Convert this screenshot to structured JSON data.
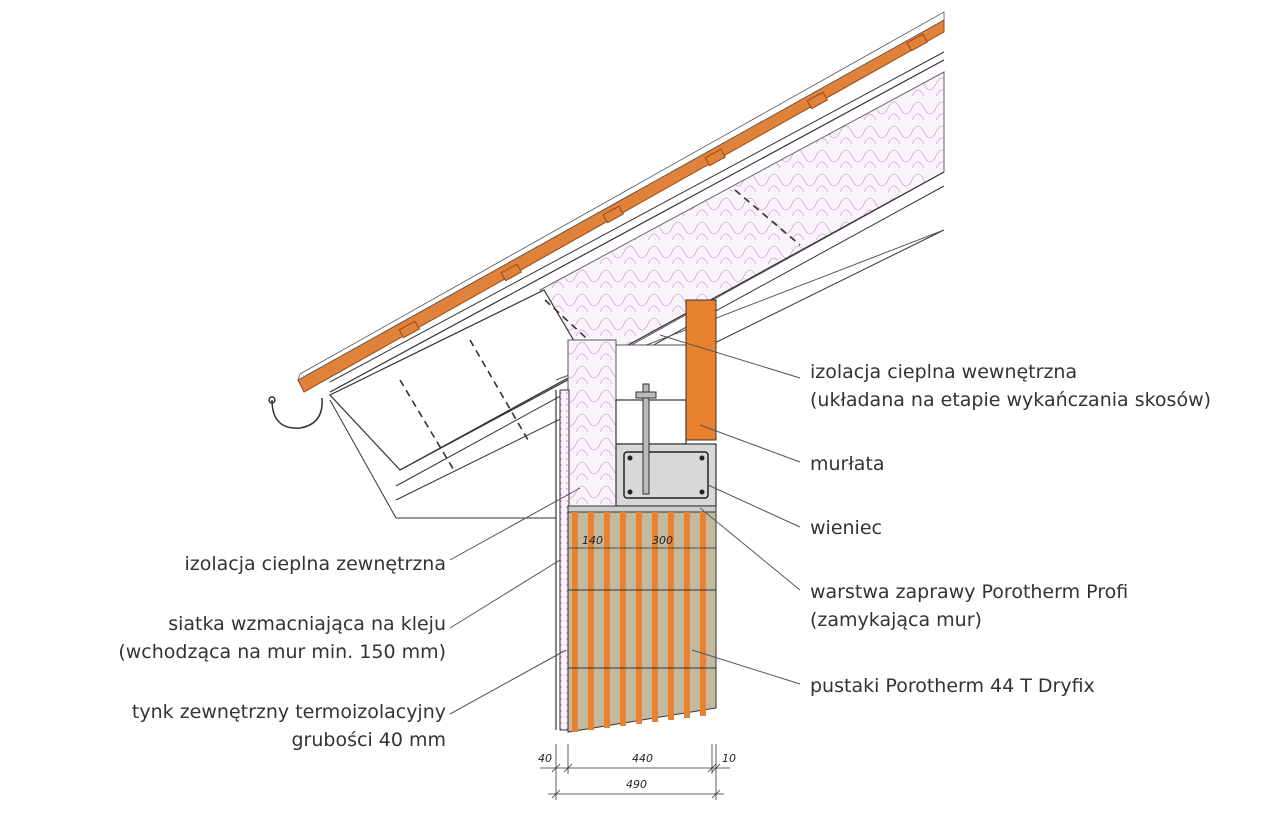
{
  "labels": {
    "inner_insulation_1": "izolacja cieplna wewnętrzna",
    "inner_insulation_2": "(układana na etapie wykańczania skosów)",
    "wall_plate": "murłata",
    "ring_beam": "wieniec",
    "mortar_1": "warstwa zaprawy Porotherm Profi",
    "mortar_2": "(zamykająca mur)",
    "blocks": "pustaki Porotherm 44 T Dryfix",
    "outer_insulation": "izolacja cieplna zewnętrzna",
    "mesh_1": "siatka wzmacniająca na kleju",
    "mesh_2": "(wchodząca na mur min. 150 mm)",
    "plaster_1": "tynk zewnętrzny termoizolacyjny",
    "plaster_2": "grubości 40 mm"
  },
  "dimensions": {
    "d140": "140",
    "d300": "300",
    "d40": "40",
    "d440": "440",
    "d10": "10",
    "d490": "490"
  },
  "colors": {
    "roof_tile": "#e0823a",
    "block_orange": "#e8822e",
    "block_tan": "#c4b9a0",
    "concrete": "#d8d8d8",
    "insulation": "#fbf3fb",
    "line": "#333333"
  }
}
